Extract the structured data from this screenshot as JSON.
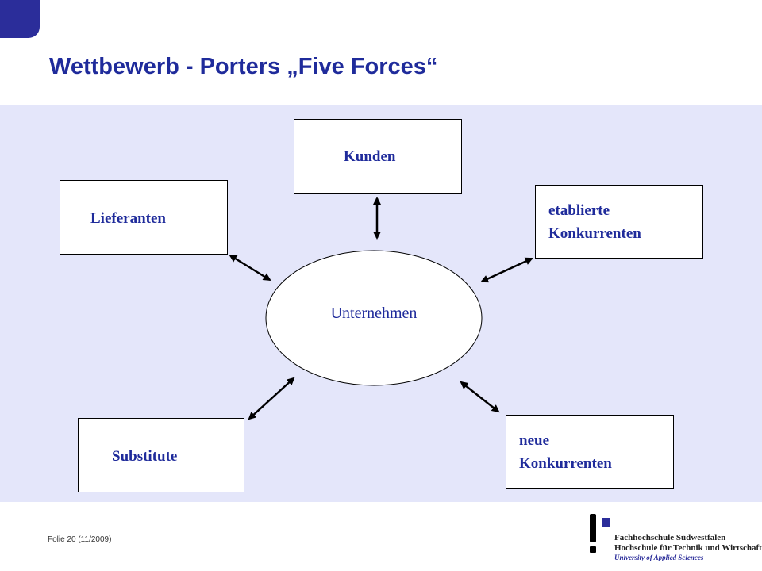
{
  "slide": {
    "title": "Wettbewerb  - Porters „Five Forces“",
    "footer": "Folie 20 (11/2009)"
  },
  "diagram": {
    "center": "Unternehmen",
    "forces": {
      "kunden": "Kunden",
      "lieferanten": "Lieferanten",
      "etablierte_line1": "etablierte",
      "etablierte_line2": "Konkurrenten",
      "substitute": "Substitute",
      "neue_line1": "neue",
      "neue_line2": "Konkurrenten"
    }
  },
  "logo": {
    "line1": "Fachhochschule Südwestfalen",
    "line2": "Hochschule für Technik und Wirtschaft",
    "line3": "University of Applied Sciences"
  },
  "colors": {
    "title": "#1f2b9b",
    "band": "#e4e6fa",
    "tab": "#2b2d9a"
  }
}
